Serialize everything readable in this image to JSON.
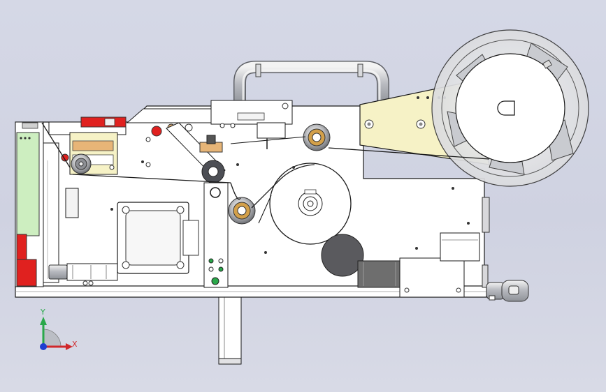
{
  "viewport": {
    "background": "#d3d6e4",
    "model": "label-applicator-assembly",
    "view": "front"
  },
  "triad": {
    "x_label": "X",
    "y_label": "Y",
    "x_color": "#d0282b",
    "y_color": "#2aa84a",
    "z_color": "#1f3fd0"
  },
  "colors": {
    "plate": "#ffffff",
    "outline": "#1a1a1a",
    "accent_red": "#e0211f",
    "accent_green": "#cdeec0",
    "accent_yellow": "#f6f2c6",
    "accent_orange": "#e7b577",
    "steel": "#b9bcc2",
    "dark_part": "#5a5a5e",
    "motor": "#6e6e6e"
  }
}
